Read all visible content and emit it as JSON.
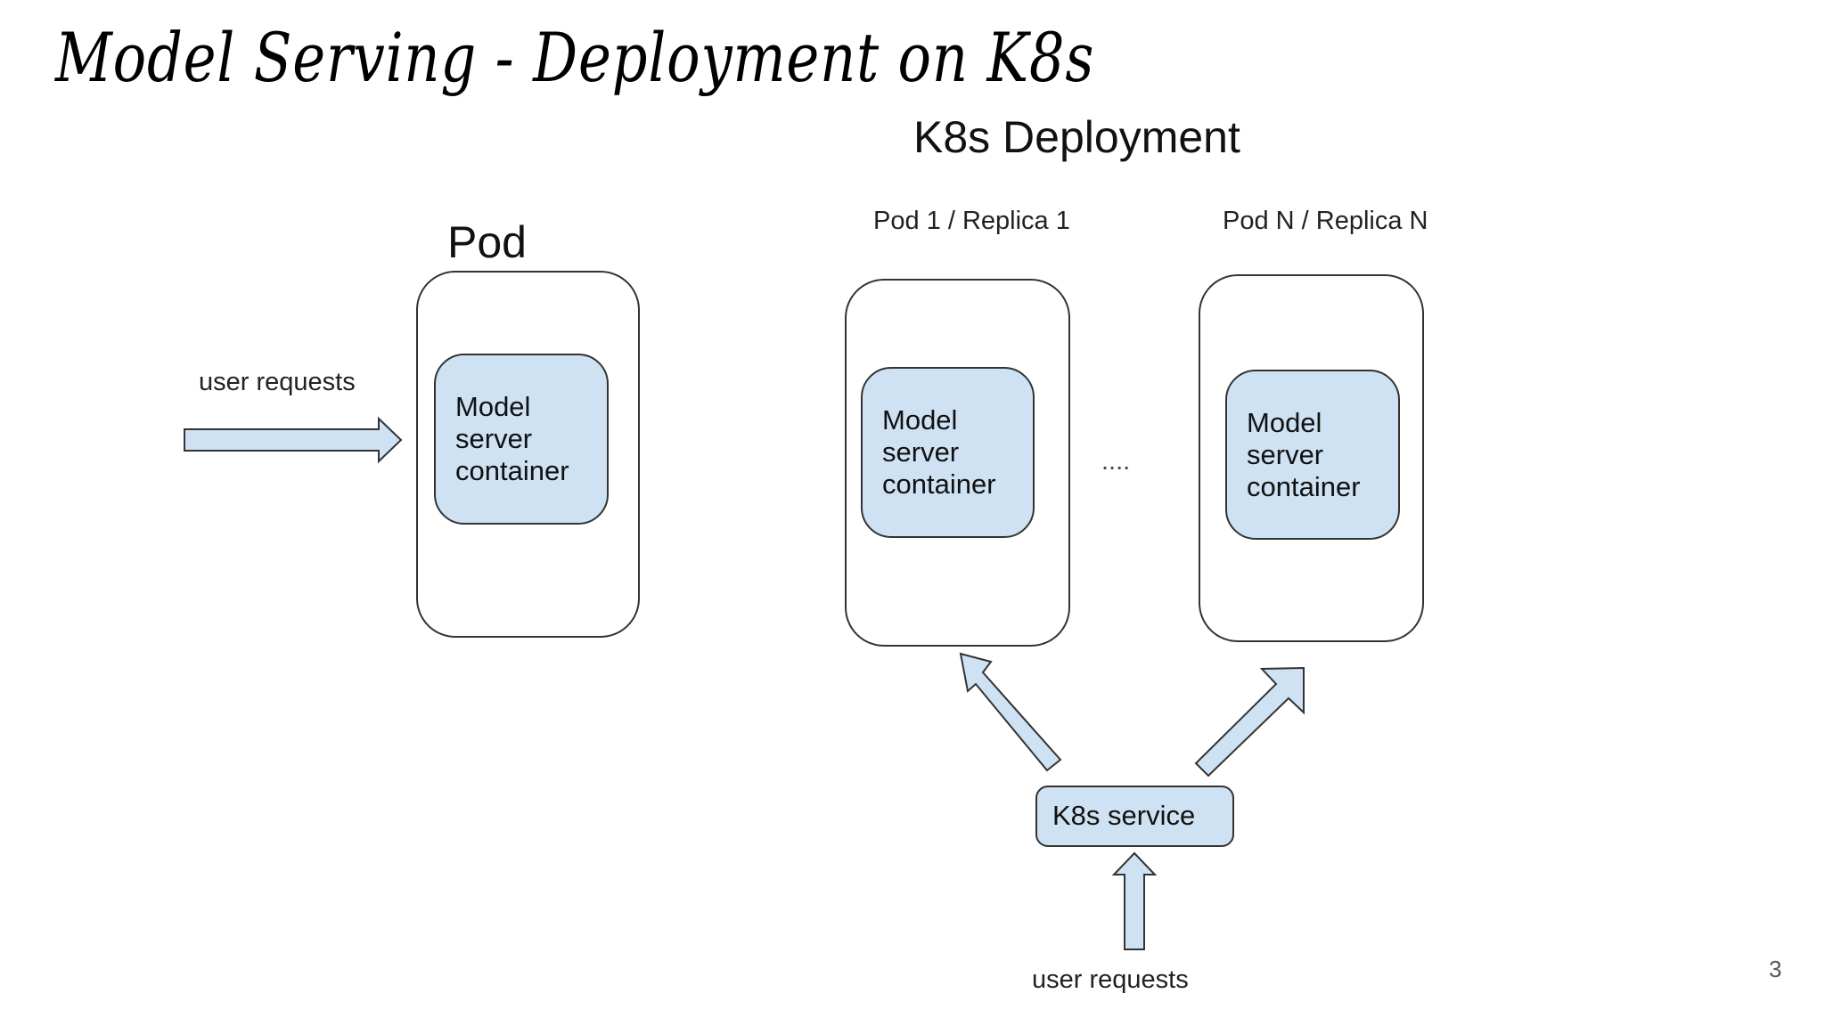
{
  "slide": {
    "title": "Model Serving - Deployment on K8s",
    "page_number": "3"
  },
  "single_pod": {
    "heading": "Pod",
    "input_label": "user requests",
    "container_lines": [
      "Model",
      "server",
      "container"
    ]
  },
  "deployment": {
    "heading": "K8s Deployment",
    "pods": [
      {
        "label": "Pod 1 / Replica 1",
        "container_lines": [
          "Model",
          "server",
          "container"
        ]
      },
      {
        "label": "Pod N / Replica N",
        "container_lines": [
          "Model",
          "server",
          "container"
        ]
      }
    ],
    "ellipsis": "....",
    "service_label": "K8s service",
    "input_label": "user requests"
  },
  "colors": {
    "container_fill": "#cfe2f3",
    "stroke": "#333333"
  }
}
